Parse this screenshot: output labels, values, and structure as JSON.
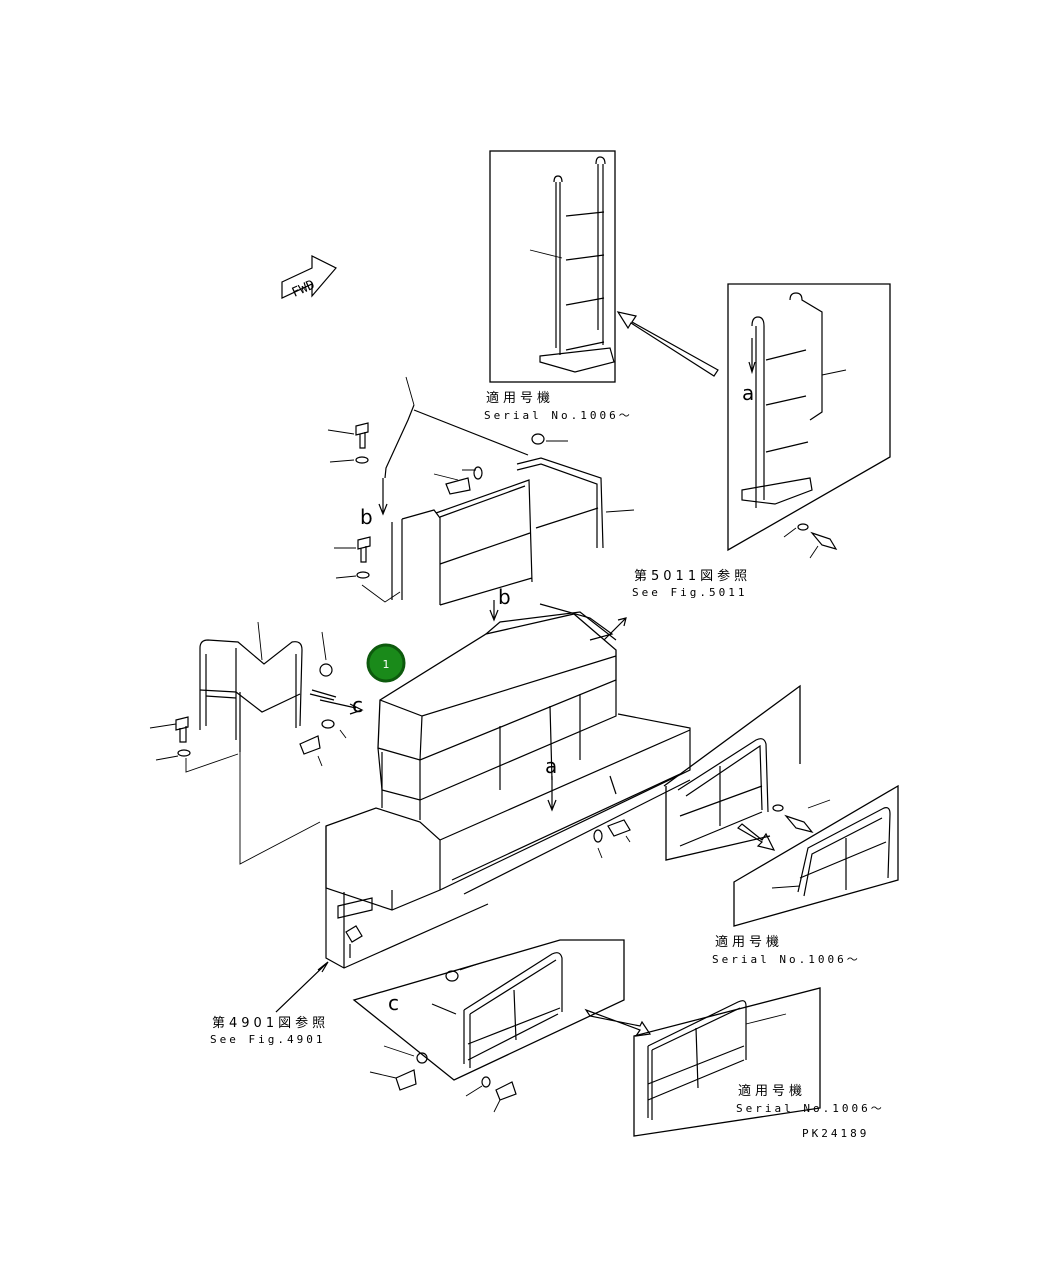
{
  "fwd_label": "FWD",
  "refs": {
    "fig5011_jp": "第5011図参照",
    "fig5011_en": "See Fig.5011",
    "fig4901_jp": "第4901図参照",
    "fig4901_en": "See Fig.4901"
  },
  "serial_boxes": [
    {
      "jp": "適用号機",
      "en": "Serial No.1006～"
    },
    {
      "jp": "適用号機",
      "en": "Serial No.1006～"
    },
    {
      "jp": "適用号機",
      "en": "Serial No.1006～"
    }
  ],
  "markers": {
    "a": "a",
    "b": "b",
    "c": "c"
  },
  "callout": {
    "number": "1",
    "color": "#1a8a1a"
  },
  "drawing_code": "PK24189"
}
